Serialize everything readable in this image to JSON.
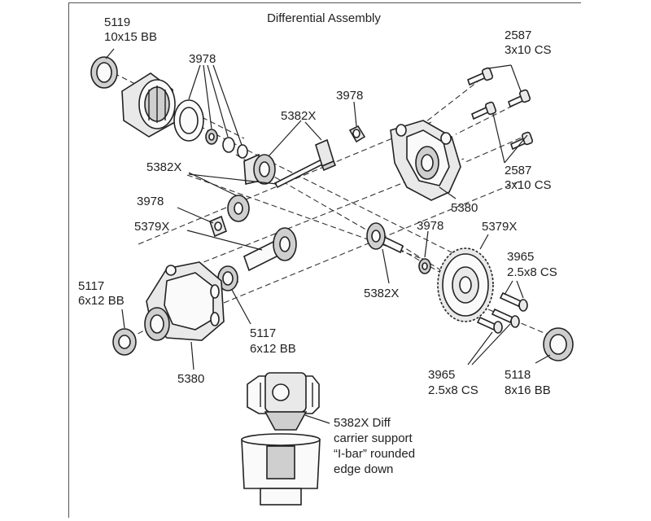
{
  "title": "Differential Assembly",
  "labels": {
    "p5119": [
      "5119",
      "10x15 BB"
    ],
    "p3978_top": "3978",
    "p3978_mid": "3978",
    "p5382x_a": "5382X",
    "p5382x_b": "5382X",
    "p3978_left": "3978",
    "p5379x_left": "5379X",
    "p2587_top": [
      "2587",
      "3x10 CS"
    ],
    "p2587_bot": [
      "2587",
      "3x10 CS"
    ],
    "p5380_right": "5380",
    "p3978_right": "3978",
    "p5379x_right": "5379X",
    "p3965_top": [
      "3965",
      "2.5x8 CS"
    ],
    "p5382x_c": "5382X",
    "p5117_left": [
      "5117",
      "6x12 BB"
    ],
    "p5117_mid": [
      "5117",
      "6x12 BB"
    ],
    "p5380_left": "5380",
    "p3965_bot": [
      "3965",
      "2.5x8 CS"
    ],
    "p5118": [
      "5118",
      "8x16 BB"
    ],
    "note_5382x": [
      "5382X Diff",
      "carrier support",
      "“I-bar” rounded",
      "edge down"
    ]
  }
}
